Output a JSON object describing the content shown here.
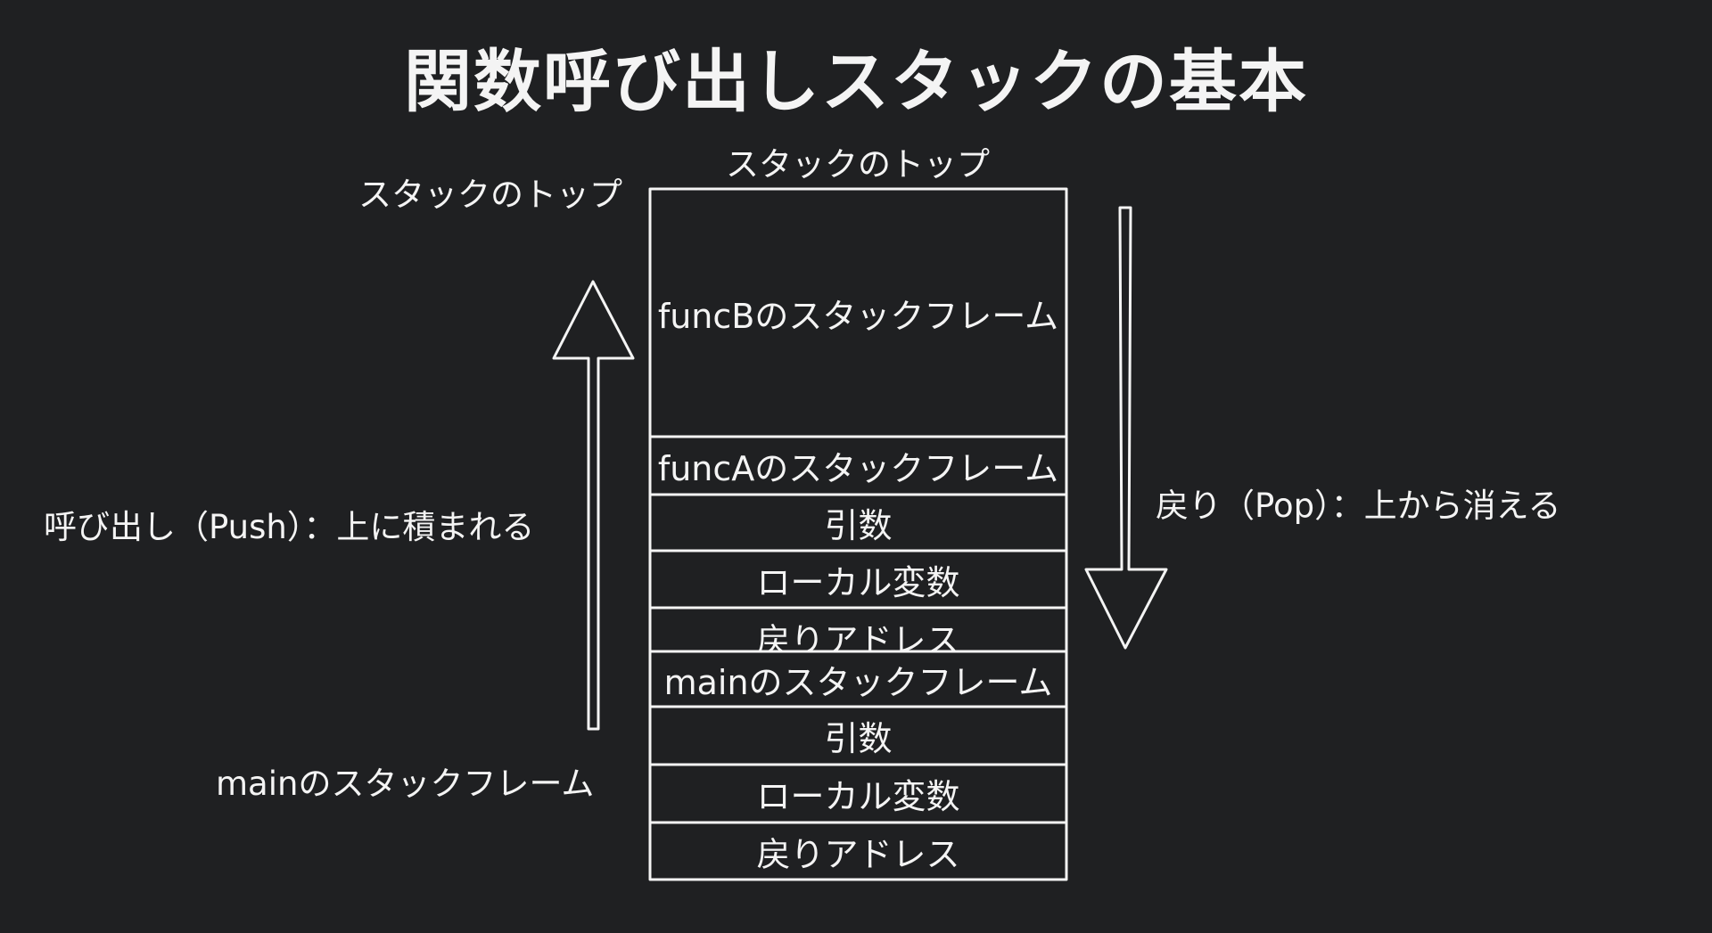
{
  "title": "関数呼び出しスタックの基本",
  "stack_top_label": "スタックのトップ",
  "left_top_label": "スタックのトップ",
  "push_label": "呼び出し（Push）：上に積まれる",
  "pop_label": "戻り（Pop）：上から消える",
  "bottom_label": "mainのスタックフレーム",
  "stack_cells": [
    "funcBのスタックフレーム",
    "funcAのスタックフレーム",
    "引数",
    "ローカル変数",
    "戻りアドレス",
    "mainのスタックフレーム",
    "引数",
    "ローカル変数",
    "戻りアドレス"
  ],
  "colors": {
    "background": "#1f2022",
    "foreground": "#f4f4f4"
  }
}
